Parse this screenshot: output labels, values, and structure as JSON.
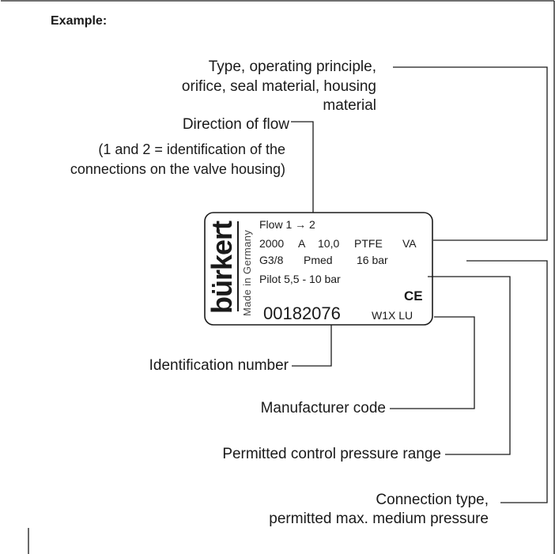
{
  "heading": "Example:",
  "callouts": {
    "type": [
      "Type, operating principle,",
      "orifice, seal material, housing",
      "material"
    ],
    "direction": "Direction of flow",
    "direction_note": [
      "(1 and 2 = identification of the",
      "connections on the valve housing)"
    ],
    "identification": "Identification number",
    "manufacturer": "Manufacturer code",
    "control_pressure": "Permitted control pressure range",
    "connection": [
      "Connection type,",
      "permitted max. medium pressure"
    ]
  },
  "nameplate": {
    "brand": "bürkert",
    "made_in": "Made in Germany",
    "row_flow": "Flow 1 → 2",
    "row_type": [
      "2000",
      "A",
      "10,0",
      "PTFE",
      "VA"
    ],
    "row_connection": [
      "G3/8",
      "Pmed",
      "16 bar"
    ],
    "row_pilot": "Pilot  5,5 - 10 bar",
    "ce_mark": "CE",
    "ident_number": "00182076",
    "manufacturer_code": "W1X LU"
  },
  "colors": {
    "line": "#1a1a1a",
    "text": "#1a1a1a"
  }
}
